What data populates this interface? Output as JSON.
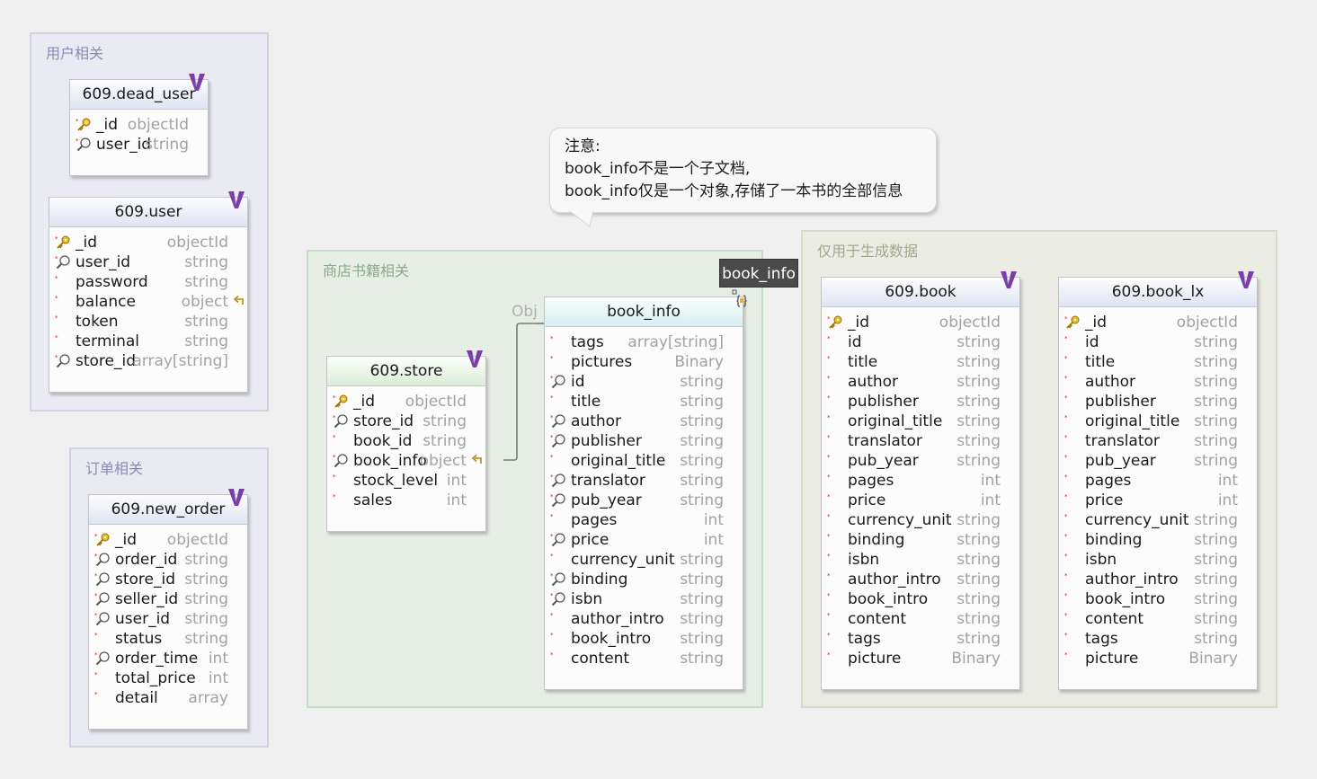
{
  "groups": {
    "user_group": "用户相关",
    "order_group": "订单相关",
    "store_group": "商店书籍相关",
    "gen_group": "仅用于生成数据"
  },
  "note": {
    "line1": "注意:",
    "line2": "book_info不是一个子文档,",
    "line3": "book_info仅是一个对象,存储了一本书的全部信息"
  },
  "tooltip": "book_info",
  "relation_label": "Obj",
  "tables": {
    "dead_user": {
      "name": "609.dead_user",
      "fields": [
        {
          "name": "_id",
          "type": "objectId",
          "icon": "key"
        },
        {
          "name": "user_id",
          "type": "string",
          "icon": "index"
        }
      ]
    },
    "user": {
      "name": "609.user",
      "fields": [
        {
          "name": "_id",
          "type": "objectId",
          "icon": "key"
        },
        {
          "name": "user_id",
          "type": "string",
          "icon": "index"
        },
        {
          "name": "password",
          "type": "string",
          "icon": "req"
        },
        {
          "name": "balance",
          "type": "object",
          "icon": "req",
          "link": true
        },
        {
          "name": "token",
          "type": "string",
          "icon": "req"
        },
        {
          "name": "terminal",
          "type": "string",
          "icon": "req"
        },
        {
          "name": "store_id",
          "type": "array[string]",
          "icon": "index"
        }
      ]
    },
    "new_order": {
      "name": "609.new_order",
      "fields": [
        {
          "name": "_id",
          "type": "objectId",
          "icon": "key"
        },
        {
          "name": "order_id",
          "type": "string",
          "icon": "index"
        },
        {
          "name": "store_id",
          "type": "string",
          "icon": "index"
        },
        {
          "name": "seller_id",
          "type": "string",
          "icon": "index"
        },
        {
          "name": "user_id",
          "type": "string",
          "icon": "index"
        },
        {
          "name": "status",
          "type": "string",
          "icon": "req"
        },
        {
          "name": "order_time",
          "type": "int",
          "icon": "index"
        },
        {
          "name": "total_price",
          "type": "int",
          "icon": "req"
        },
        {
          "name": "detail",
          "type": "array",
          "icon": "req"
        }
      ]
    },
    "store": {
      "name": "609.store",
      "fields": [
        {
          "name": "_id",
          "type": "objectId",
          "icon": "key"
        },
        {
          "name": "store_id",
          "type": "string",
          "icon": "index"
        },
        {
          "name": "book_id",
          "type": "string",
          "icon": "req"
        },
        {
          "name": "book_info",
          "type": "object",
          "icon": "index",
          "link": true
        },
        {
          "name": "stock_level",
          "type": "int",
          "icon": "req"
        },
        {
          "name": "sales",
          "type": "int",
          "icon": "req"
        }
      ]
    },
    "book_info": {
      "name": "book_info",
      "fields": [
        {
          "name": "tags",
          "type": "array[string]",
          "icon": "req"
        },
        {
          "name": "pictures",
          "type": "Binary",
          "icon": "req"
        },
        {
          "name": "id",
          "type": "string",
          "icon": "index"
        },
        {
          "name": "title",
          "type": "string",
          "icon": "req"
        },
        {
          "name": "author",
          "type": "string",
          "icon": "index"
        },
        {
          "name": "publisher",
          "type": "string",
          "icon": "index"
        },
        {
          "name": "original_title",
          "type": "string",
          "icon": "req"
        },
        {
          "name": "translator",
          "type": "string",
          "icon": "index"
        },
        {
          "name": "pub_year",
          "type": "string",
          "icon": "index"
        },
        {
          "name": "pages",
          "type": "int",
          "icon": "req"
        },
        {
          "name": "price",
          "type": "int",
          "icon": "index"
        },
        {
          "name": "currency_unit",
          "type": "string",
          "icon": "req"
        },
        {
          "name": "binding",
          "type": "string",
          "icon": "index"
        },
        {
          "name": "isbn",
          "type": "string",
          "icon": "index"
        },
        {
          "name": "author_intro",
          "type": "string",
          "icon": "req"
        },
        {
          "name": "book_intro",
          "type": "string",
          "icon": "req"
        },
        {
          "name": "content",
          "type": "string",
          "icon": "req"
        }
      ]
    },
    "book": {
      "name": "609.book",
      "fields": [
        {
          "name": "_id",
          "type": "objectId",
          "icon": "key"
        },
        {
          "name": "id",
          "type": "string",
          "icon": "req"
        },
        {
          "name": "title",
          "type": "string",
          "icon": "req"
        },
        {
          "name": "author",
          "type": "string",
          "icon": "req"
        },
        {
          "name": "publisher",
          "type": "string",
          "icon": "req"
        },
        {
          "name": "original_title",
          "type": "string",
          "icon": "req"
        },
        {
          "name": "translator",
          "type": "string",
          "icon": "req"
        },
        {
          "name": "pub_year",
          "type": "string",
          "icon": "req"
        },
        {
          "name": "pages",
          "type": "int",
          "icon": "req"
        },
        {
          "name": "price",
          "type": "int",
          "icon": "req"
        },
        {
          "name": "currency_unit",
          "type": "string",
          "icon": "req"
        },
        {
          "name": "binding",
          "type": "string",
          "icon": "req"
        },
        {
          "name": "isbn",
          "type": "string",
          "icon": "req"
        },
        {
          "name": "author_intro",
          "type": "string",
          "icon": "req"
        },
        {
          "name": "book_intro",
          "type": "string",
          "icon": "req"
        },
        {
          "name": "content",
          "type": "string",
          "icon": "req"
        },
        {
          "name": "tags",
          "type": "string",
          "icon": "req"
        },
        {
          "name": "picture",
          "type": "Binary",
          "icon": "req"
        }
      ]
    },
    "book_lx": {
      "name": "609.book_lx",
      "fields": [
        {
          "name": "_id",
          "type": "objectId",
          "icon": "key"
        },
        {
          "name": "id",
          "type": "string",
          "icon": "req"
        },
        {
          "name": "title",
          "type": "string",
          "icon": "req"
        },
        {
          "name": "author",
          "type": "string",
          "icon": "req"
        },
        {
          "name": "publisher",
          "type": "string",
          "icon": "req"
        },
        {
          "name": "original_title",
          "type": "string",
          "icon": "req"
        },
        {
          "name": "translator",
          "type": "string",
          "icon": "req"
        },
        {
          "name": "pub_year",
          "type": "string",
          "icon": "req"
        },
        {
          "name": "pages",
          "type": "int",
          "icon": "req"
        },
        {
          "name": "price",
          "type": "int",
          "icon": "req"
        },
        {
          "name": "currency_unit",
          "type": "string",
          "icon": "req"
        },
        {
          "name": "binding",
          "type": "string",
          "icon": "req"
        },
        {
          "name": "isbn",
          "type": "string",
          "icon": "req"
        },
        {
          "name": "author_intro",
          "type": "string",
          "icon": "req"
        },
        {
          "name": "book_intro",
          "type": "string",
          "icon": "req"
        },
        {
          "name": "content",
          "type": "string",
          "icon": "req"
        },
        {
          "name": "tags",
          "type": "string",
          "icon": "req"
        },
        {
          "name": "picture",
          "type": "Binary",
          "icon": "req"
        }
      ]
    }
  }
}
